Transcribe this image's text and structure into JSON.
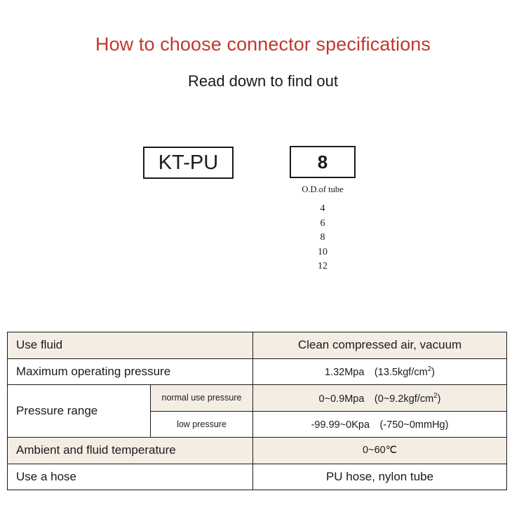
{
  "header": {
    "title": "How to choose connector specifications",
    "subtitle": "Read down to find out",
    "title_color": "#c0392b"
  },
  "code_builder": {
    "series_box": {
      "value": "KT-PU"
    },
    "size_box": {
      "value": "8"
    },
    "size_caption": "O.D.of tube",
    "size_options": [
      "4",
      "6",
      "8",
      "10",
      "12"
    ]
  },
  "spec_table": {
    "shade_color": "#f4ede4",
    "rows": [
      {
        "label": "Use fluid",
        "value": "Clean compressed air, vacuum",
        "shaded": true
      },
      {
        "label": "Maximum operating pressure",
        "value_main": "1.32Mpa　(13.5kgf/cm",
        "value_sup": "2",
        "value_tail": ")",
        "shaded": false
      },
      {
        "label": "Pressure range",
        "sublabel": "normal use pressure",
        "value_main": "0~0.9Mpa　(0~9.2kgf/cm",
        "value_sup": "2",
        "value_tail": ")",
        "shaded": true
      },
      {
        "sublabel": "low pressure",
        "value": "-99.99~0Kpa　(-750~0mmHg)",
        "shaded": false
      },
      {
        "label": "Ambient and fluid temperature",
        "value": "0~60℃",
        "shaded": true
      },
      {
        "label": "Use a hose",
        "value": "PU hose, nylon tube",
        "shaded": false
      }
    ]
  }
}
